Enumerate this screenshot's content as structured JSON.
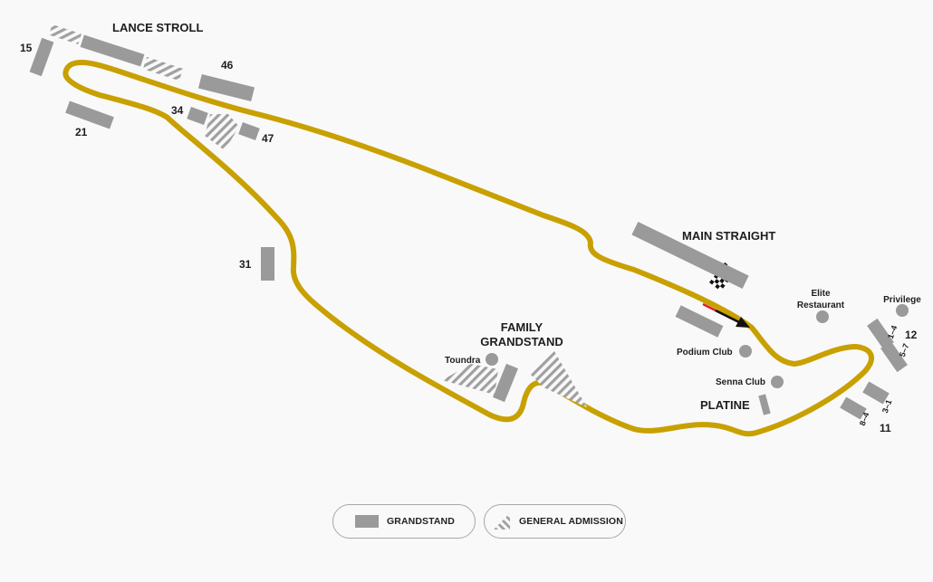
{
  "colors": {
    "track": "#c8a000",
    "stand": "#9a9a9a",
    "hatch": "#a0a0a0",
    "text": "#1e1e1e",
    "background": "#f9f9f9",
    "arrow": "#e0202a"
  },
  "areas": {
    "lance_stroll": "LANCE STROLL",
    "main_straight": "MAIN STRAIGHT",
    "family_1": "FAMILY",
    "family_2": "GRANDSTAND",
    "platine": "PLATINE"
  },
  "stands": {
    "s15": "15",
    "s21": "21",
    "s46": "46",
    "s34": "34",
    "s47": "47",
    "s31": "31",
    "s12": "12",
    "s11": "11",
    "s14": "1–4",
    "s57": "5–7",
    "s84": "8–4",
    "s31b": "3–1"
  },
  "venues": {
    "elite_1": "Elite",
    "elite_2": "Restaurant",
    "privilege": "Privilege",
    "podium": "Podium Club",
    "senna": "Senna Club",
    "toundra": "Toundra"
  },
  "legend": {
    "grandstand": "GRANDSTAND",
    "general_admission": "GENERAL ADMISSION",
    "grandstand_icon": "grandstand-swatch-icon",
    "ga_icon": "hatched-swatch-icon"
  }
}
